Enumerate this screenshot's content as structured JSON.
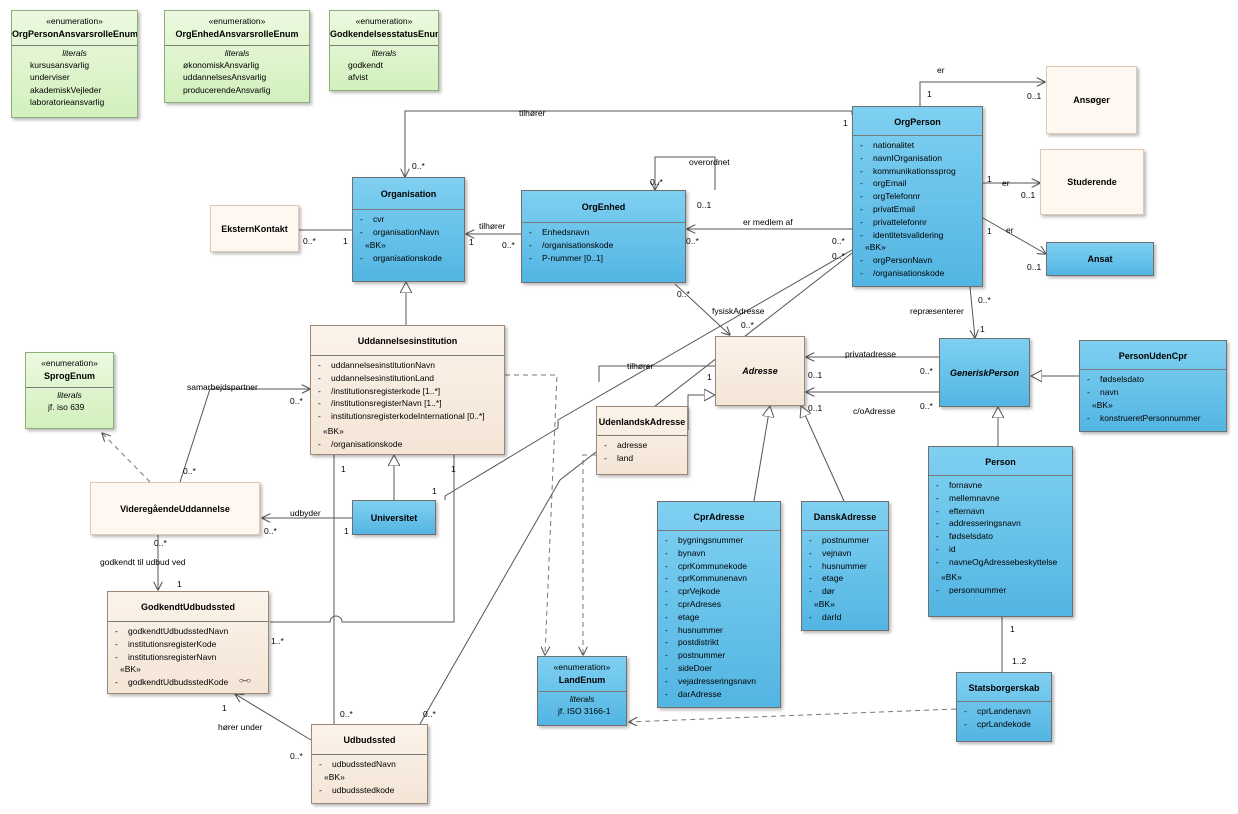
{
  "enums": {
    "org_person_ansvar": {
      "stereotype": "«enumeration»",
      "name": "OrgPersonAnsvarsrolleEnum",
      "literals_label": "literals",
      "literals": [
        "kursusansvarlig",
        "underviser",
        "akademiskVejleder",
        "laboratorieansvarlig"
      ]
    },
    "org_enhed_ansvar": {
      "stereotype": "«enumeration»",
      "name": "OrgEnhedAnsvarsrolleEnum",
      "literals_label": "literals",
      "literals": [
        "økonomiskAnsvarlig",
        "uddannelsesAnsvarlig",
        "producerendeAnsvarlig"
      ]
    },
    "godkendelsesstatus": {
      "stereotype": "«enumeration»",
      "name": "GodkendelsesstatusEnum",
      "literals_label": "literals",
      "literals": [
        "godkendt",
        "afvist"
      ]
    },
    "sprog": {
      "stereotype": "«enumeration»",
      "name": "SprogEnum",
      "literals_label": "literals",
      "literals": [
        "jf. iso 639"
      ]
    },
    "land": {
      "stereotype": "«enumeration»",
      "name": "LandEnum",
      "literals_label": "literals",
      "literals": [
        "jf. ISO 3166-1"
      ]
    }
  },
  "classes": {
    "organisation": {
      "name": "Organisation",
      "attributes": [
        "cvr",
        "organisationNavn"
      ],
      "bk_label": "«BK»",
      "bk_attributes": [
        "organisationskode"
      ]
    },
    "orgenhed": {
      "name": "OrgEnhed",
      "attributes": [
        "Enhedsnavn",
        "/organisationskode",
        "P-nummer [0..1]"
      ]
    },
    "orgperson": {
      "name": "OrgPerson",
      "attributes": [
        "nationalitet",
        "navnIOrganisation",
        "kommunikationssprog",
        "orgEmail",
        "orgTelefonnr",
        "privatEmail",
        "privattelefonnr",
        "identitetsvalidering"
      ],
      "bk_label": "«BK»",
      "bk_attributes": [
        "orgPersonNavn",
        "/organisationskode"
      ]
    },
    "ansoger": {
      "name": "Ansøger"
    },
    "studerende": {
      "name": "Studerende"
    },
    "ansat": {
      "name": "Ansat"
    },
    "eksternkontakt": {
      "name": "EksternKontakt"
    },
    "uddannelsesinstitution": {
      "name": "Uddannelsesinstitution",
      "attributes": [
        "uddannelsesinstitutionNavn",
        "uddannelsesinstitutionLand",
        "/institutionsregisterkode [1..*]",
        "/institutionsregisterNavn [1..*]",
        "institutionsregisterkodeInternational [0..*]"
      ],
      "bk_label": "«BK»",
      "bk_attributes": [
        "/organisationskode"
      ]
    },
    "adresse": {
      "name": "Adresse"
    },
    "generiskperson": {
      "name": "GeneriskPerson"
    },
    "personudencpr": {
      "name": "PersonUdenCpr",
      "attributes": [
        "fødselsdato",
        "navn"
      ],
      "bk_label": "«BK»",
      "bk_attributes": [
        "konstrueretPersonnummer"
      ]
    },
    "udenlandskadresse": {
      "name": "UdenlandskAdresse",
      "attributes": [
        "adresse",
        "land"
      ]
    },
    "videregaende": {
      "name": "VideregåendeUddannelse"
    },
    "universitet": {
      "name": "Universitet"
    },
    "cpradresse": {
      "name": "CprAdresse",
      "attributes": [
        "bygningsnummer",
        "bynavn",
        "cprKommunekode",
        "cprKommunenavn",
        "cprVejkode",
        "cprAdreses",
        "etage",
        "husnummer",
        "postdistrikt",
        "postnummer",
        "sideDoer",
        "vejadresseringsnavn",
        "darAdresse"
      ]
    },
    "danskadresse": {
      "name": "DanskAdresse",
      "attributes": [
        "postnummer",
        "vejnavn",
        "husnummer",
        "etage",
        "dør"
      ],
      "bk_label": "«BK»",
      "bk_attributes": [
        "darId"
      ]
    },
    "person": {
      "name": "Person",
      "attributes": [
        "fornavne",
        "mellemnavne",
        "efternavn",
        "addresseringsnavn",
        "fødselsdato",
        "id",
        "navneOgAdressebeskyttelse"
      ],
      "bk_label": "«BK»",
      "bk_attributes": [
        "personnummer"
      ]
    },
    "godkendtudbudssted": {
      "name": "GodkendtUdbudssted",
      "attributes": [
        "godkendtUdbudsstedNavn",
        "institutionsregisterKode",
        "institutionsregisterNavn"
      ],
      "bk_label": "«BK»",
      "bk_attributes": [
        "godkendtUdbudsstedKode"
      ]
    },
    "statsborgerskab": {
      "name": "Statsborgerskab",
      "attributes": [
        "cprLandenavn",
        "cprLandekode"
      ]
    },
    "udbudssted": {
      "name": "Udbudssted",
      "attributes": [
        "udbudsstedNavn"
      ],
      "bk_label": "«BK»",
      "bk_attributes": [
        "udbudsstedkode"
      ]
    }
  },
  "connector_labels": {
    "er_ansoger": "er",
    "er_studerende": "er",
    "er_ansat": "er",
    "tilhorer_top": "tilhører",
    "overordnet": "overordnet",
    "tilhorer_enhed": "tilhører",
    "er_medlem_af": "er medlem af",
    "fysisk_adresse": "fysiskAdresse",
    "repraesenterer": "repræsenterer",
    "privatadresse": "privatadresse",
    "co_adresse": "c/oAdresse",
    "tilhorer_adresse": "tilhører",
    "samarbejdspartner": "samarbejdspartner",
    "udbyder": "udbyder",
    "godkendt_til_udbud_ved": "godkendt til udbud ved",
    "horer_under": "hører under"
  },
  "multiplicities": {
    "m_1": "1",
    "m_0_1": "0..1",
    "m_0_many": "0..*",
    "m_1_many": "1..*",
    "m_1_2": "1..2"
  }
}
